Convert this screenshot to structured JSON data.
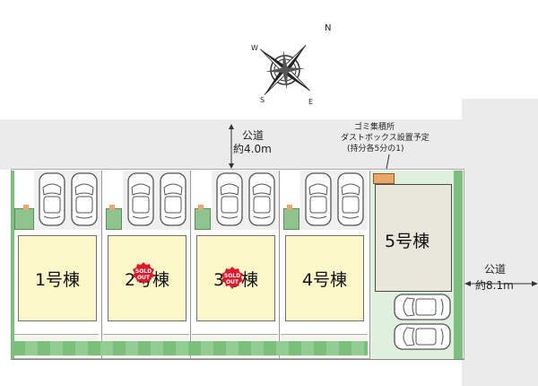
{
  "compass": {
    "n": "N",
    "s": "S",
    "e": "E",
    "w": "W"
  },
  "roads": {
    "top": {
      "name": "公道",
      "width": "約4.0m"
    },
    "right": {
      "name": "公道",
      "width": "約8.1m"
    }
  },
  "trash_note": {
    "line1": "ゴミ集積所",
    "line2": "ダストボックス設置予定",
    "line3": "(持分各5分の1)"
  },
  "lots": [
    {
      "label": "1号棟",
      "sold": false
    },
    {
      "label": "2号棟",
      "sold": true
    },
    {
      "label": "3号棟",
      "sold": true
    },
    {
      "label": "4号棟",
      "sold": false
    },
    {
      "label": "5号棟",
      "sold": false
    }
  ],
  "badge": {
    "line1": "SOLD",
    "line2": "OUT"
  },
  "colors": {
    "house_fill": "#fbf7c9",
    "house5_fill": "#e9e6dc",
    "lot5_fill": "#dff0df",
    "hedge": "#7cbf7c",
    "road": "#ebebeb",
    "sold_badge": "#e0192a",
    "trash_box": "#e8a86a",
    "car_outline": "#555555"
  }
}
